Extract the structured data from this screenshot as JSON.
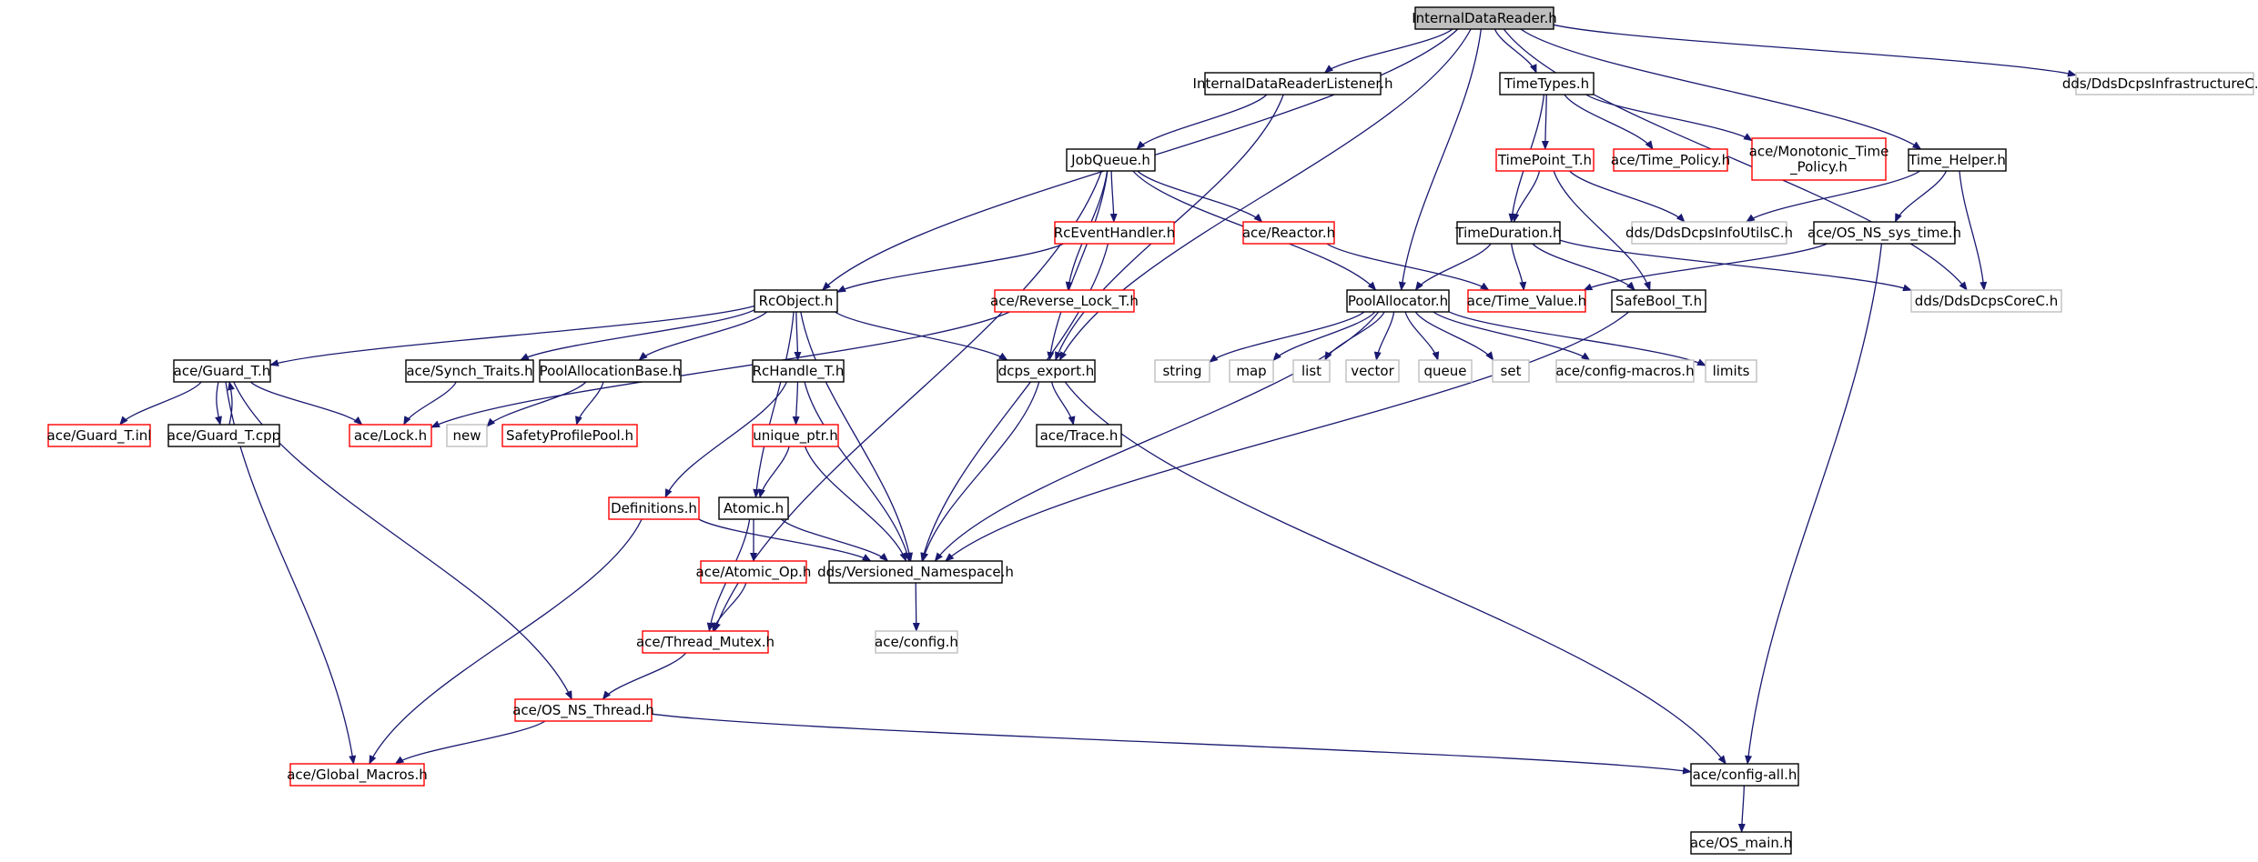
{
  "colors": {
    "edge": "#191970",
    "root_fill": "#bfbfbf",
    "node_border_black": "#000000",
    "node_border_red": "#ff0000",
    "node_border_gray": "#bfbfbf",
    "text": "#000000"
  },
  "graph": {
    "nodes": [
      {
        "id": "root",
        "lines": [
          "InternalDataReader.h"
        ],
        "style": "root"
      },
      {
        "id": "idrl",
        "lines": [
          "InternalDataReaderListener.h"
        ],
        "style": "black"
      },
      {
        "id": "timetypes",
        "lines": [
          "TimeTypes.h"
        ],
        "style": "black"
      },
      {
        "id": "infraC",
        "lines": [
          "dds/DdsDcpsInfrastructureC.h"
        ],
        "style": "gray"
      },
      {
        "id": "jobqueue",
        "lines": [
          "JobQueue.h"
        ],
        "style": "black"
      },
      {
        "id": "timepoint",
        "lines": [
          "TimePoint_T.h"
        ],
        "style": "red"
      },
      {
        "id": "timepolicy",
        "lines": [
          "ace/Time_Policy.h"
        ],
        "style": "red"
      },
      {
        "id": "monotonic",
        "lines": [
          "ace/Monotonic_Time",
          "_Policy.h"
        ],
        "style": "red"
      },
      {
        "id": "timehelper",
        "lines": [
          "Time_Helper.h"
        ],
        "style": "black"
      },
      {
        "id": "rceh",
        "lines": [
          "RcEventHandler.h"
        ],
        "style": "red"
      },
      {
        "id": "reactor",
        "lines": [
          "ace/Reactor.h"
        ],
        "style": "red"
      },
      {
        "id": "timeduration",
        "lines": [
          "TimeDuration.h"
        ],
        "style": "black"
      },
      {
        "id": "infoutils",
        "lines": [
          "dds/DdsDcpsInfoUtilsC.h"
        ],
        "style": "gray"
      },
      {
        "id": "ossystime",
        "lines": [
          "ace/OS_NS_sys_time.h"
        ],
        "style": "black"
      },
      {
        "id": "reverselock",
        "lines": [
          "ace/Reverse_Lock_T.h"
        ],
        "style": "red"
      },
      {
        "id": "rcobject",
        "lines": [
          "RcObject.h"
        ],
        "style": "black"
      },
      {
        "id": "poolalloc",
        "lines": [
          "PoolAllocator.h"
        ],
        "style": "black"
      },
      {
        "id": "timevalue",
        "lines": [
          "ace/Time_Value.h"
        ],
        "style": "red"
      },
      {
        "id": "safebool",
        "lines": [
          "SafeBool_T.h"
        ],
        "style": "black"
      },
      {
        "id": "coreC",
        "lines": [
          "dds/DdsDcpsCoreC.h"
        ],
        "style": "gray"
      },
      {
        "id": "guardt",
        "lines": [
          "ace/Guard_T.h"
        ],
        "style": "black"
      },
      {
        "id": "synch",
        "lines": [
          "ace/Synch_Traits.h"
        ],
        "style": "black"
      },
      {
        "id": "poolallocbase",
        "lines": [
          "PoolAllocationBase.h"
        ],
        "style": "black"
      },
      {
        "id": "rchandle",
        "lines": [
          "RcHandle_T.h"
        ],
        "style": "black"
      },
      {
        "id": "dcpsexport",
        "lines": [
          "dcps_export.h"
        ],
        "style": "black"
      },
      {
        "id": "string",
        "lines": [
          "string"
        ],
        "style": "gray"
      },
      {
        "id": "map",
        "lines": [
          "map"
        ],
        "style": "gray"
      },
      {
        "id": "list",
        "lines": [
          "list"
        ],
        "style": "gray"
      },
      {
        "id": "vector",
        "lines": [
          "vector"
        ],
        "style": "gray"
      },
      {
        "id": "queue",
        "lines": [
          "queue"
        ],
        "style": "gray"
      },
      {
        "id": "set",
        "lines": [
          "set"
        ],
        "style": "gray"
      },
      {
        "id": "configmacros",
        "lines": [
          "ace/config-macros.h"
        ],
        "style": "gray"
      },
      {
        "id": "limits",
        "lines": [
          "limits"
        ],
        "style": "gray"
      },
      {
        "id": "guardinl",
        "lines": [
          "ace/Guard_T.inl"
        ],
        "style": "red"
      },
      {
        "id": "guardcpp",
        "lines": [
          "ace/Guard_T.cpp"
        ],
        "style": "black"
      },
      {
        "id": "lock",
        "lines": [
          "ace/Lock.h"
        ],
        "style": "red"
      },
      {
        "id": "new",
        "lines": [
          "new"
        ],
        "style": "gray"
      },
      {
        "id": "safetypool",
        "lines": [
          "SafetyProfilePool.h"
        ],
        "style": "red"
      },
      {
        "id": "uniqueptr",
        "lines": [
          "unique_ptr.h"
        ],
        "style": "red"
      },
      {
        "id": "trace",
        "lines": [
          "ace/Trace.h"
        ],
        "style": "black"
      },
      {
        "id": "definitions",
        "lines": [
          "Definitions.h"
        ],
        "style": "red"
      },
      {
        "id": "atomic",
        "lines": [
          "Atomic.h"
        ],
        "style": "black"
      },
      {
        "id": "atomicop",
        "lines": [
          "ace/Atomic_Op.h"
        ],
        "style": "red"
      },
      {
        "id": "versioned",
        "lines": [
          "dds/Versioned_Namespace.h"
        ],
        "style": "black"
      },
      {
        "id": "threadmutex",
        "lines": [
          "ace/Thread_Mutex.h"
        ],
        "style": "red"
      },
      {
        "id": "aceconfig",
        "lines": [
          "ace/config.h"
        ],
        "style": "gray"
      },
      {
        "id": "osthread",
        "lines": [
          "ace/OS_NS_Thread.h"
        ],
        "style": "red"
      },
      {
        "id": "globalmacros",
        "lines": [
          "ace/Global_Macros.h"
        ],
        "style": "red"
      },
      {
        "id": "configall",
        "lines": [
          "ace/config-all.h"
        ],
        "style": "black"
      },
      {
        "id": "osmain",
        "lines": [
          "ace/OS_main.h"
        ],
        "style": "black"
      }
    ],
    "edges": [
      [
        "root",
        "idrl"
      ],
      [
        "root",
        "timetypes"
      ],
      [
        "root",
        "infraC"
      ],
      [
        "root",
        "timehelper"
      ],
      [
        "root",
        "rcobject"
      ],
      [
        "root",
        "dcpsexport"
      ],
      [
        "root",
        "poolalloc"
      ],
      [
        "root",
        "coreC"
      ],
      [
        "idrl",
        "jobqueue"
      ],
      [
        "idrl",
        "dcpsexport"
      ],
      [
        "timetypes",
        "timepoint"
      ],
      [
        "timetypes",
        "timepolicy"
      ],
      [
        "timetypes",
        "monotonic"
      ],
      [
        "timetypes",
        "timeduration"
      ],
      [
        "jobqueue",
        "reverselock"
      ],
      [
        "jobqueue",
        "rceh"
      ],
      [
        "jobqueue",
        "reactor"
      ],
      [
        "jobqueue",
        "poolalloc"
      ],
      [
        "jobqueue",
        "dcpsexport"
      ],
      [
        "jobqueue",
        "threadmutex"
      ],
      [
        "timepoint",
        "timeduration"
      ],
      [
        "timepoint",
        "infoutils"
      ],
      [
        "timepoint",
        "safebool"
      ],
      [
        "timehelper",
        "infoutils"
      ],
      [
        "timehelper",
        "ossystime"
      ],
      [
        "timehelper",
        "coreC"
      ],
      [
        "rceh",
        "rcobject"
      ],
      [
        "rceh",
        "versioned"
      ],
      [
        "reactor",
        "timevalue"
      ],
      [
        "timeduration",
        "poolalloc"
      ],
      [
        "timeduration",
        "timevalue"
      ],
      [
        "timeduration",
        "safebool"
      ],
      [
        "timeduration",
        "coreC"
      ],
      [
        "ossystime",
        "timevalue"
      ],
      [
        "ossystime",
        "configall"
      ],
      [
        "reverselock",
        "lock"
      ],
      [
        "rcobject",
        "guardt"
      ],
      [
        "rcobject",
        "synch"
      ],
      [
        "rcobject",
        "poolallocbase"
      ],
      [
        "rcobject",
        "rchandle"
      ],
      [
        "rcobject",
        "atomic"
      ],
      [
        "rcobject",
        "dcpsexport"
      ],
      [
        "rcobject",
        "versioned"
      ],
      [
        "poolalloc",
        "string"
      ],
      [
        "poolalloc",
        "map"
      ],
      [
        "poolalloc",
        "list"
      ],
      [
        "poolalloc",
        "vector"
      ],
      [
        "poolalloc",
        "queue"
      ],
      [
        "poolalloc",
        "set"
      ],
      [
        "poolalloc",
        "configmacros"
      ],
      [
        "poolalloc",
        "limits"
      ],
      [
        "poolalloc",
        "versioned"
      ],
      [
        "safebool",
        "versioned"
      ],
      [
        "guardt",
        "guardinl"
      ],
      [
        "guardt",
        "guardcpp"
      ],
      [
        "guardt",
        "lock"
      ],
      [
        "guardt",
        "osthread"
      ],
      [
        "guardt",
        "globalmacros"
      ],
      [
        "guardcpp",
        "guardt"
      ],
      [
        "synch",
        "lock"
      ],
      [
        "poolallocbase",
        "new"
      ],
      [
        "poolallocbase",
        "safetypool"
      ],
      [
        "rchandle",
        "uniqueptr"
      ],
      [
        "rchandle",
        "definitions"
      ],
      [
        "rchandle",
        "versioned"
      ],
      [
        "dcpsexport",
        "trace"
      ],
      [
        "dcpsexport",
        "versioned"
      ],
      [
        "dcpsexport",
        "configall"
      ],
      [
        "uniqueptr",
        "atomic"
      ],
      [
        "uniqueptr",
        "versioned"
      ],
      [
        "definitions",
        "versioned"
      ],
      [
        "definitions",
        "globalmacros"
      ],
      [
        "atomic",
        "atomicop"
      ],
      [
        "atomic",
        "versioned"
      ],
      [
        "atomic",
        "threadmutex"
      ],
      [
        "atomicop",
        "threadmutex"
      ],
      [
        "versioned",
        "aceconfig"
      ],
      [
        "threadmutex",
        "osthread"
      ],
      [
        "osthread",
        "globalmacros"
      ],
      [
        "osthread",
        "configall"
      ],
      [
        "configall",
        "osmain"
      ]
    ]
  }
}
